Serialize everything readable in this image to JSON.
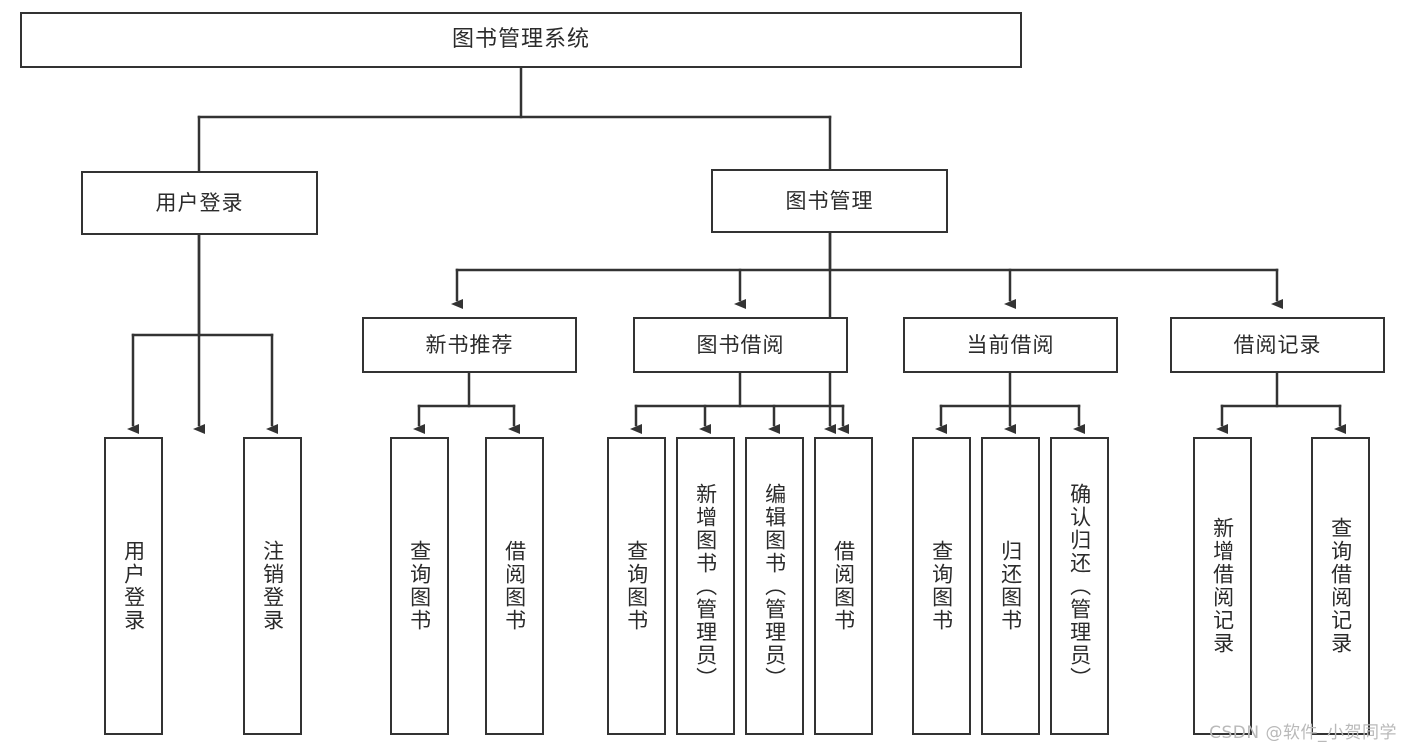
{
  "diagram": {
    "title": "图书管理系统",
    "type": "tree",
    "stroke_color": "#333333",
    "fill_color": "#ffffff",
    "text_color": "#2b2b2b",
    "root": {
      "id": "root",
      "label": "图书管理系统"
    },
    "level2": [
      {
        "id": "user-login",
        "label": "用户登录"
      },
      {
        "id": "book-manage",
        "label": "图书管理"
      }
    ],
    "level3": [
      {
        "id": "new-book-recommend",
        "label": "新书推荐"
      },
      {
        "id": "book-borrow",
        "label": "图书借阅"
      },
      {
        "id": "current-borrow",
        "label": "当前借阅"
      },
      {
        "id": "borrow-record",
        "label": "借阅记录"
      }
    ],
    "leaves": [
      {
        "id": "leaf-user-login",
        "label": "用户登录",
        "parent": "user-login"
      },
      {
        "id": "leaf-logout-login",
        "label": "注销登录",
        "parent": "user-login"
      },
      {
        "id": "leaf-query-book-1",
        "label": "查询图书",
        "parent": "new-book-recommend"
      },
      {
        "id": "leaf-borrow-book-1",
        "label": "借阅图书",
        "parent": "new-book-recommend"
      },
      {
        "id": "leaf-query-book-2",
        "label": "查询图书",
        "parent": "book-borrow"
      },
      {
        "id": "leaf-add-book",
        "label": "新增图书（管理员）",
        "parent": "book-borrow"
      },
      {
        "id": "leaf-edit-book",
        "label": "编辑图书（管理员）",
        "parent": "book-borrow"
      },
      {
        "id": "leaf-borrow-book-2",
        "label": "借阅图书",
        "parent": "book-borrow"
      },
      {
        "id": "leaf-query-book-3",
        "label": "查询图书",
        "parent": "current-borrow"
      },
      {
        "id": "leaf-return-book",
        "label": "归还图书",
        "parent": "current-borrow"
      },
      {
        "id": "leaf-confirm-return",
        "label": "确认归还（管理员）",
        "parent": "current-borrow"
      },
      {
        "id": "leaf-add-record",
        "label": "新增借阅记录",
        "parent": "borrow-record"
      },
      {
        "id": "leaf-query-record",
        "label": "查询借阅记录",
        "parent": "borrow-record"
      }
    ]
  },
  "watermark": {
    "text": "CSDN @软件_小贺同学"
  }
}
